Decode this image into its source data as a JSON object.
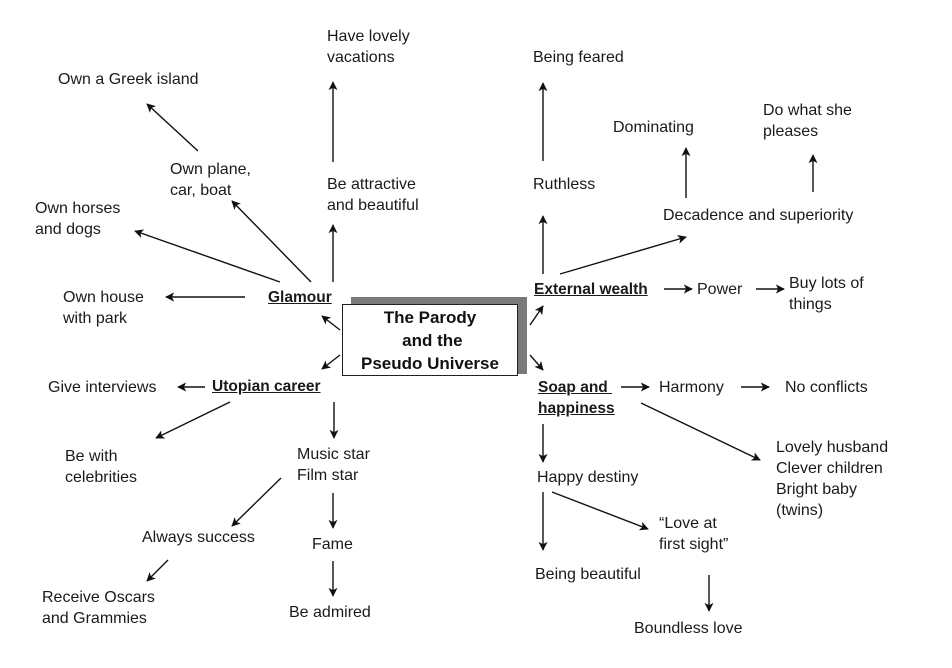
{
  "center": {
    "title": "The Parody\n and the\nPseudo Universe"
  },
  "hubs": {
    "glamour": "Glamour",
    "utopian_career": "Utopian career",
    "external_wealth": "External wealth",
    "soap": "Soap and \nhappiness"
  },
  "nodes": {
    "greek_island": "Own a Greek island",
    "plane_car_boat": "Own plane,\ncar, boat",
    "horses_dogs": "Own horses\nand dogs",
    "house_park": "Own house\nwith park",
    "vacations": "Have lovely\nvacations",
    "attractive": "Be attractive\nand beautiful",
    "interviews": "Give interviews",
    "celebrities": "Be with\ncelebrities",
    "music_film": "Music star\nFilm star",
    "always_success": "Always success",
    "oscars": "Receive Oscars\nand Grammies",
    "fame": "Fame",
    "admired": "Be admired",
    "feared": "Being feared",
    "ruthless": "Ruthless",
    "dominating": "Dominating",
    "do_what": "Do what she\npleases",
    "decadence": "Decadence and superiority",
    "power": "Power",
    "buy_things": "Buy lots of\nthings",
    "harmony": "Harmony",
    "no_conflicts": "No conflicts",
    "family": "Lovely husband\nClever children\nBright baby\n(twins)",
    "happy_destiny": "Happy destiny",
    "love_first_sight": "“Love at\nfirst sight”",
    "being_beautiful": "Being beautiful",
    "boundless_love": "Boundless love"
  },
  "edges": [
    [
      "center",
      "glamour"
    ],
    [
      "center",
      "utopian_career"
    ],
    [
      "center",
      "external_wealth"
    ],
    [
      "center",
      "soap"
    ],
    [
      "glamour",
      "house_park"
    ],
    [
      "glamour",
      "horses_dogs"
    ],
    [
      "glamour",
      "plane_car_boat"
    ],
    [
      "plane_car_boat",
      "greek_island"
    ],
    [
      "glamour",
      "attractive"
    ],
    [
      "attractive",
      "vacations"
    ],
    [
      "utopian_career",
      "interviews"
    ],
    [
      "utopian_career",
      "celebrities"
    ],
    [
      "utopian_career",
      "music_film"
    ],
    [
      "music_film",
      "always_success"
    ],
    [
      "always_success",
      "oscars"
    ],
    [
      "music_film",
      "fame"
    ],
    [
      "fame",
      "admired"
    ],
    [
      "external_wealth",
      "ruthless"
    ],
    [
      "ruthless",
      "feared"
    ],
    [
      "external_wealth",
      "decadence"
    ],
    [
      "decadence",
      "dominating"
    ],
    [
      "decadence",
      "do_what"
    ],
    [
      "external_wealth",
      "power"
    ],
    [
      "power",
      "buy_things"
    ],
    [
      "soap",
      "harmony"
    ],
    [
      "harmony",
      "no_conflicts"
    ],
    [
      "soap",
      "family"
    ],
    [
      "soap",
      "happy_destiny"
    ],
    [
      "happy_destiny",
      "being_beautiful"
    ],
    [
      "happy_destiny",
      "love_first_sight"
    ],
    [
      "love_first_sight",
      "boundless_love"
    ]
  ]
}
